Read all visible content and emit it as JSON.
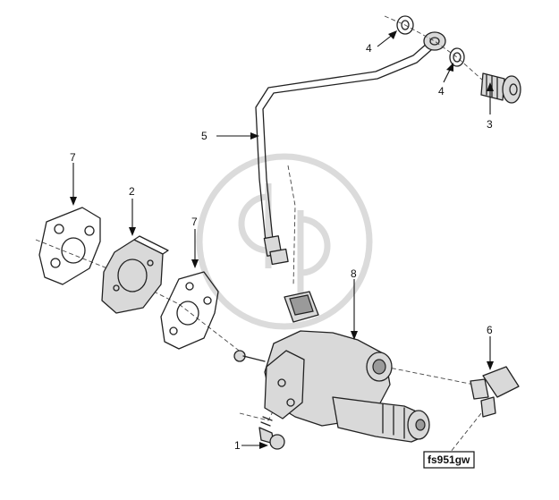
{
  "callouts": {
    "c1": "1",
    "c2": "2",
    "c3": "3",
    "c4a": "4",
    "c4b": "4",
    "c5": "5",
    "c6": "6",
    "c7a": "7",
    "c7b": "7",
    "c8": "8"
  },
  "figure_code": "fs951gw",
  "icons": {
    "watermark": "circular-logo-watermark"
  }
}
